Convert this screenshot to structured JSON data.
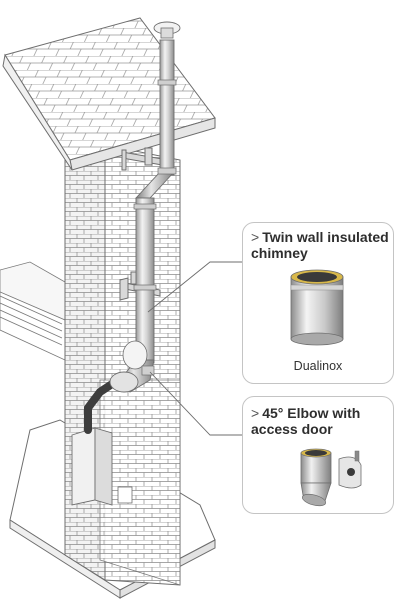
{
  "callouts": {
    "chimney": {
      "chevron": ">",
      "title": "Twin wall insulated chimney",
      "product_name": "Dualinox"
    },
    "elbow": {
      "chevron": ">",
      "title": "45° Elbow with access door"
    }
  },
  "colors": {
    "line": "#6e6e6e",
    "brick": "#ffffff",
    "metal_light": "#e8e8e8",
    "metal_dark": "#8f8f8f",
    "flue_black": "#3d3d3d",
    "callout_border": "#c4c4c4",
    "gold_rim": "#d8b84a"
  }
}
